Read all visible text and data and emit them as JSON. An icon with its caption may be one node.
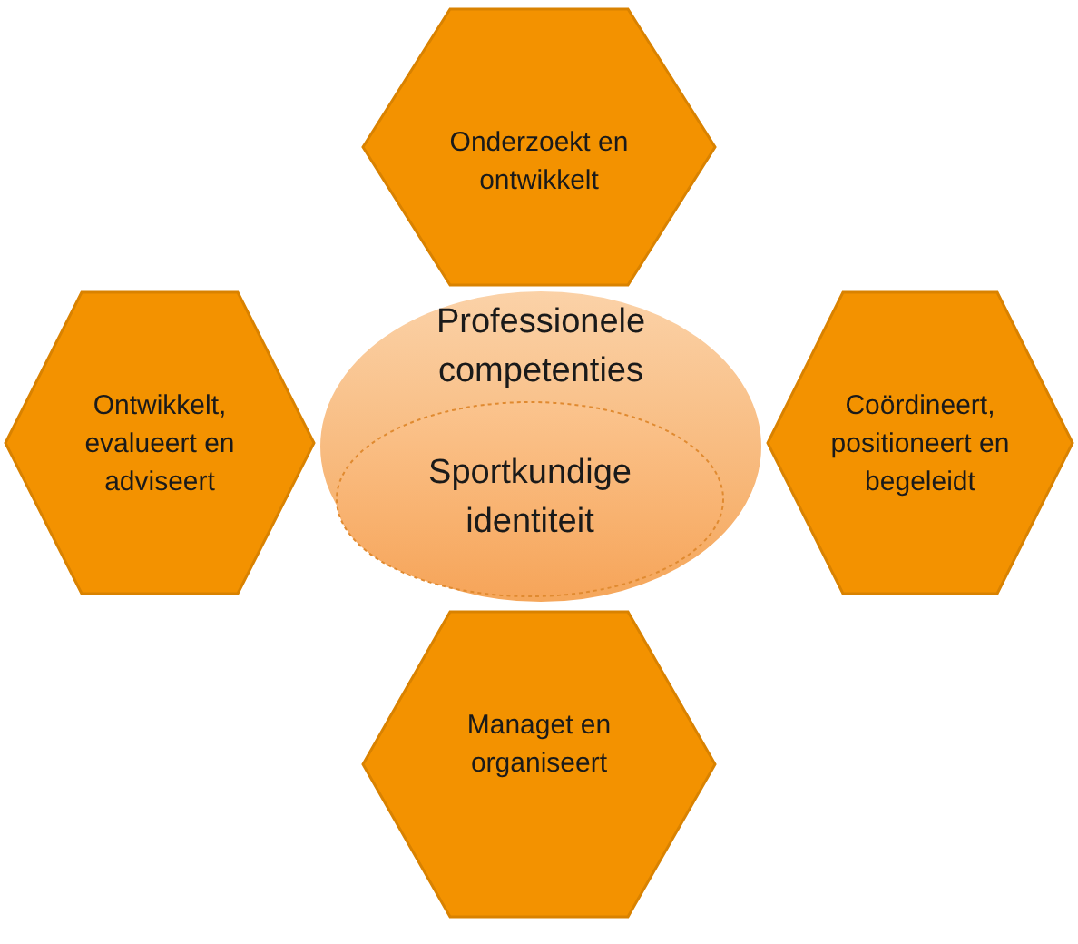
{
  "diagram": {
    "nodes": [
      {
        "text": [
          "Onderzoekt en ontwikkelt"
        ]
      },
      {
        "text": [
          "Ontwikkelt, evalueert en adviseert"
        ]
      },
      {
        "text": [
          "Professionele competenties"
        ]
      },
      {
        "text": [
          "Sportkundige identiteit"
        ],
        "in": 2
      },
      {
        "text": [
          "Coördineert, positioneert en begeleidt"
        ]
      },
      {
        "text": [
          "Managet en organiseert"
        ]
      }
    ]
  }
}
